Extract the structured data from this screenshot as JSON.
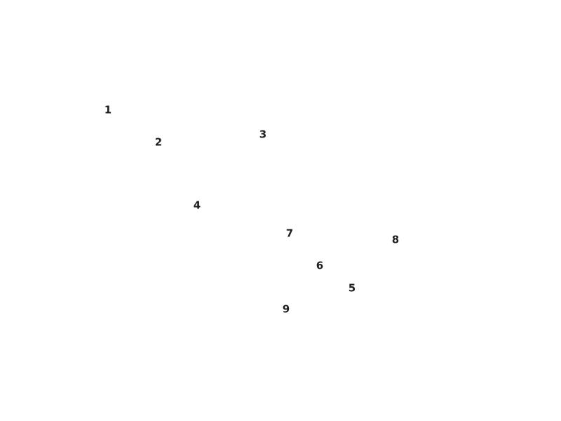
{
  "labels": [
    "1",
    "2",
    "3",
    "4",
    "5",
    "6",
    "7",
    "8",
    "9"
  ],
  "colors": {
    "background": "#ffffff",
    "text": "#1f1f1f"
  }
}
